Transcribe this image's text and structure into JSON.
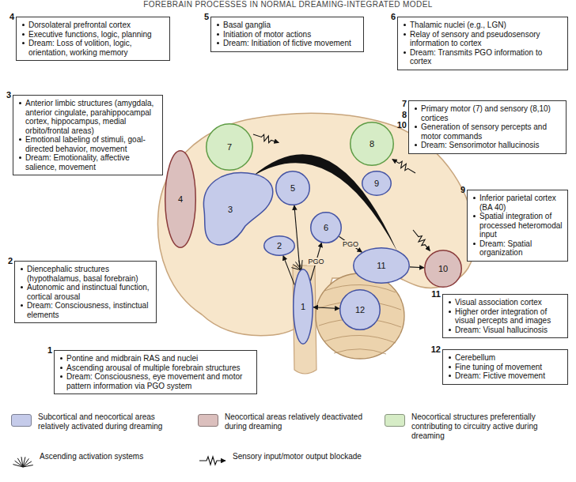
{
  "diagram": {
    "title": "FOREBRAIN PROCESSES IN NORMAL DREAMING-INTEGRATED MODEL",
    "nodes": [
      {
        "text": [
          "4",
          "Dorsolateral prefrontal cortex",
          "Executive functions, logic, planning",
          "Dream: Loss of volition, logic, orientation, working memory"
        ]
      },
      {
        "text": [
          "5",
          "Basal ganglia",
          "Initiation of motor actions",
          "Dream: Initiation of fictive movement"
        ]
      },
      {
        "text": [
          "6",
          "Thalamic nuclei (e.g., LGN)",
          "Relay of sensory and pseudosensory information to cortex",
          "Dream: Transmits PGO information to cortex"
        ]
      },
      {
        "text": [
          "3",
          "Anterior limbic structures (amygdala, anterior cingulate, parahippocampal cortex, hippocampus, medial orbito/frontal areas)",
          "Emotional labeling of stimuli, goal-directed behavior, movement",
          "Dream: Emotionality, affective salience, movement"
        ]
      },
      {
        "text": [
          "7",
          "8",
          "10",
          "Primary motor (7) and sensory (8,10) cortices",
          "Generation of sensory percepts and motor commands",
          "Dream: Sensorimotor hallucinosis"
        ]
      },
      {
        "text": [
          "9",
          "Inferior parietal cortex (BA 40)",
          "Spatial integration of processed heteromodal input",
          "Dream: Spatial organization"
        ]
      },
      {
        "text": [
          "2",
          "Diencephalic structures (hypothalamus, basal forebrain)",
          "Autonomic and instinctual function, cortical arousal",
          "Dream: Consciousness, instinctual elements"
        ]
      },
      {
        "text": [
          "11",
          "Visual association cortex",
          "Higher order integration of visual percepts and images",
          "Dream: Visual hallucinosis"
        ]
      },
      {
        "text": [
          "1",
          "Pontine and midbrain RAS and nuclei",
          "Ascending arousal of multiple forebrain structures",
          "Dream: Consciousness, eye movement and motor pattern information via PGO system"
        ]
      },
      {
        "text": [
          "12",
          "Cerebellum",
          "Fine tuning of movement",
          "Dream: Fictive movement"
        ]
      },
      {
        "text": [
          "1"
        ]
      },
      {
        "text": [
          "2"
        ]
      },
      {
        "text": [
          "3"
        ]
      },
      {
        "text": [
          "4"
        ]
      },
      {
        "text": [
          "5"
        ]
      },
      {
        "text": [
          "6"
        ]
      },
      {
        "text": [
          "7"
        ]
      },
      {
        "text": [
          "8"
        ]
      },
      {
        "text": [
          "9"
        ]
      },
      {
        "text": [
          "10"
        ]
      },
      {
        "text": [
          "11"
        ]
      },
      {
        "text": [
          "12"
        ]
      }
    ],
    "edges": [
      {
        "from": 10,
        "to": 11,
        "arrow": "to"
      },
      {
        "from": 10,
        "to": 14,
        "arrow": "to"
      },
      {
        "from": 10,
        "to": 15,
        "label": "PGO",
        "arrow": "to"
      },
      {
        "from": 15,
        "to": 20,
        "label": "PGO",
        "arrow": "to"
      },
      {
        "from": 20,
        "to": 19,
        "arrow": "to"
      },
      {
        "from": 10,
        "to": 21,
        "arrow": "both"
      }
    ],
    "legend": [
      {
        "text": "Subcortical and neocortical areas relatively activated during dreaming",
        "color": "#c5cbea"
      },
      {
        "text": "Neocortical areas relatively deactivated during dreaming",
        "color": "#dbbfbd"
      },
      {
        "text": "Neocortical structures preferentially contributing to circuitry active during dreaming",
        "color": "#d6ecc6"
      },
      {
        "text": "Ascending activation systems"
      },
      {
        "text": "Sensory input/motor output blockade"
      }
    ]
  }
}
